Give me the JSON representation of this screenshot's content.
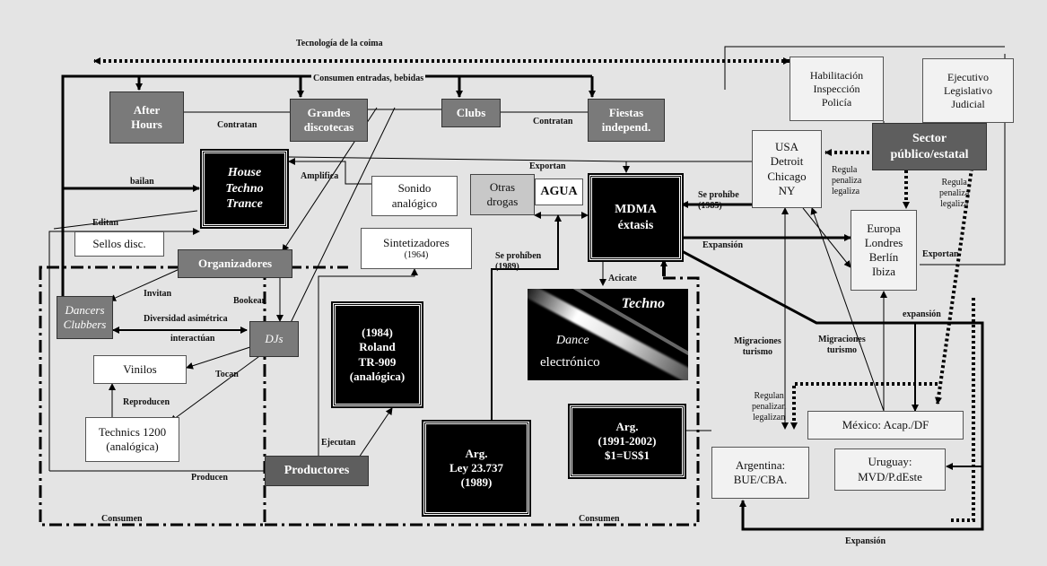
{
  "boxes": {
    "after_hours": "After\nHours",
    "grandes_discotecas": "Grandes\ndiscotecas",
    "clubs": "Clubs",
    "fiestas_independ": "Fiestas\nindepend.",
    "habilitacion": "Habilitación\nInspección\nPolicía",
    "ejecutivo": "Ejecutivo\nLegislativo\nJudicial",
    "house_techno_trance": "House\nTechno\nTrance",
    "sonido_analogico": "Sonido\nanalógico",
    "otras_drogas": "Otras\ndrogas",
    "agua": "AGUA",
    "mdma_extasis": "MDMA\néxtasis",
    "usa": "USA\nDetroit\nChicago\nNY",
    "sector_publico": "Sector\npúblico/estatal",
    "europa": "Europa\nLondres\nBerlín\nIbiza",
    "sellos_disc": "Sellos disc.",
    "sintetizadores": "Sintetizadores",
    "sintetizadores_year": "(1964)",
    "organizadores": "Organizadores",
    "dancers_clubbers": "Dancers\nClubbers",
    "djs": "DJs",
    "roland": "(1984)\nRoland\nTR-909\n(analógica)",
    "vinilos": "Vinilos",
    "technics": "Technics 1200\n(analógica)",
    "productores": "Productores",
    "arg_ley": "Arg.\nLey 23.737\n(1989)",
    "arg_convertibilidad": "Arg.\n(1991-2002)\n$1=US$1",
    "mexico": "México: Acap./DF",
    "argentina": "Argentina:\nBUE/CBA.",
    "uruguay": "Uruguay:\nMVD/P.dEste"
  },
  "image": {
    "word_techno": "Techno",
    "word_dance": "Dance",
    "word_electronico": "electrónico"
  },
  "labels": {
    "tecnologia_coima": "Tecnología de la coima",
    "consumen_entradas": "Consumen entradas, bebidas",
    "contratan_1": "Contratan",
    "contratan_2": "Contratan",
    "exportan_top": "Exportan",
    "amplifica": "Amplifica",
    "bailan": "bailan",
    "editan": "Editan",
    "se_prohibe": "Se prohíbe\n(1985)",
    "regula_penaliza_1": "Regula\npenaliza\nlegaliza",
    "regula_penaliza_2": "Regula\npenaliza\nlegaliza",
    "expansion_1": "Expansión",
    "exportan_right": "Exportan",
    "se_prohiben": "Se prohíben\n(1989)",
    "acicate": "Acicate",
    "invitan": "Invitan",
    "bookean": "Bookean",
    "diversidad": "Diversidad asimétrica",
    "interactuan": "interactúan",
    "tocan": "Tocan",
    "reproducen": "Reproducen",
    "ejecutan": "Ejecutan",
    "producen": "Producen",
    "consumen_1": "Consumen",
    "consumen_2": "Consumen",
    "migraciones_1": "Migraciones\nturismo",
    "migraciones_2": "Migraciones\nturismo",
    "expansion_2": "expansión",
    "regulan": "Regulan\npenalizan\nlegalizan",
    "expansion_3": "Expansión"
  }
}
